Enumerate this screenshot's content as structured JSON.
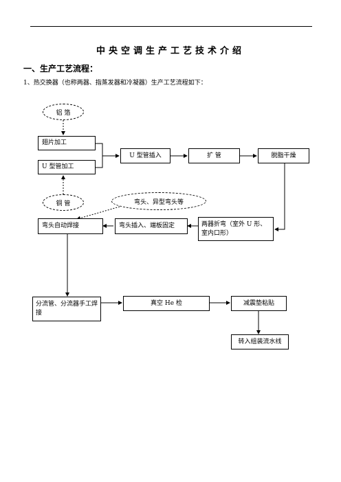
{
  "document": {
    "title": "中央空调生产工艺技术介绍",
    "section_heading": "一、生产工艺流程：",
    "intro_text": "1、热交换器（也称两器、指蒸发器和冷凝器）生产工艺流程如下："
  },
  "flow": {
    "aluminum_foil": "铝 箔",
    "fin_processing": "翅片加工",
    "u_tube_processing": "U 型管加工",
    "copper_tube": "铜 管",
    "u_tube_insert": "U 型管插入",
    "expand_tube": "扩 管",
    "degrease_dry": "脱脂干燥",
    "elbow_label": "弯头、异型弯头等",
    "auto_weld": "弯头自动焊接",
    "elbow_insert": "弯头插入、端板固定",
    "bend": "两器折弯（室外 U 形、室内口形）",
    "manual_weld": "分流管、分流器手工焊接",
    "vacuum_he": "真空 He 检",
    "damper_pad": "减震垫粘贴",
    "assembly_line": "转入组装流水线"
  }
}
